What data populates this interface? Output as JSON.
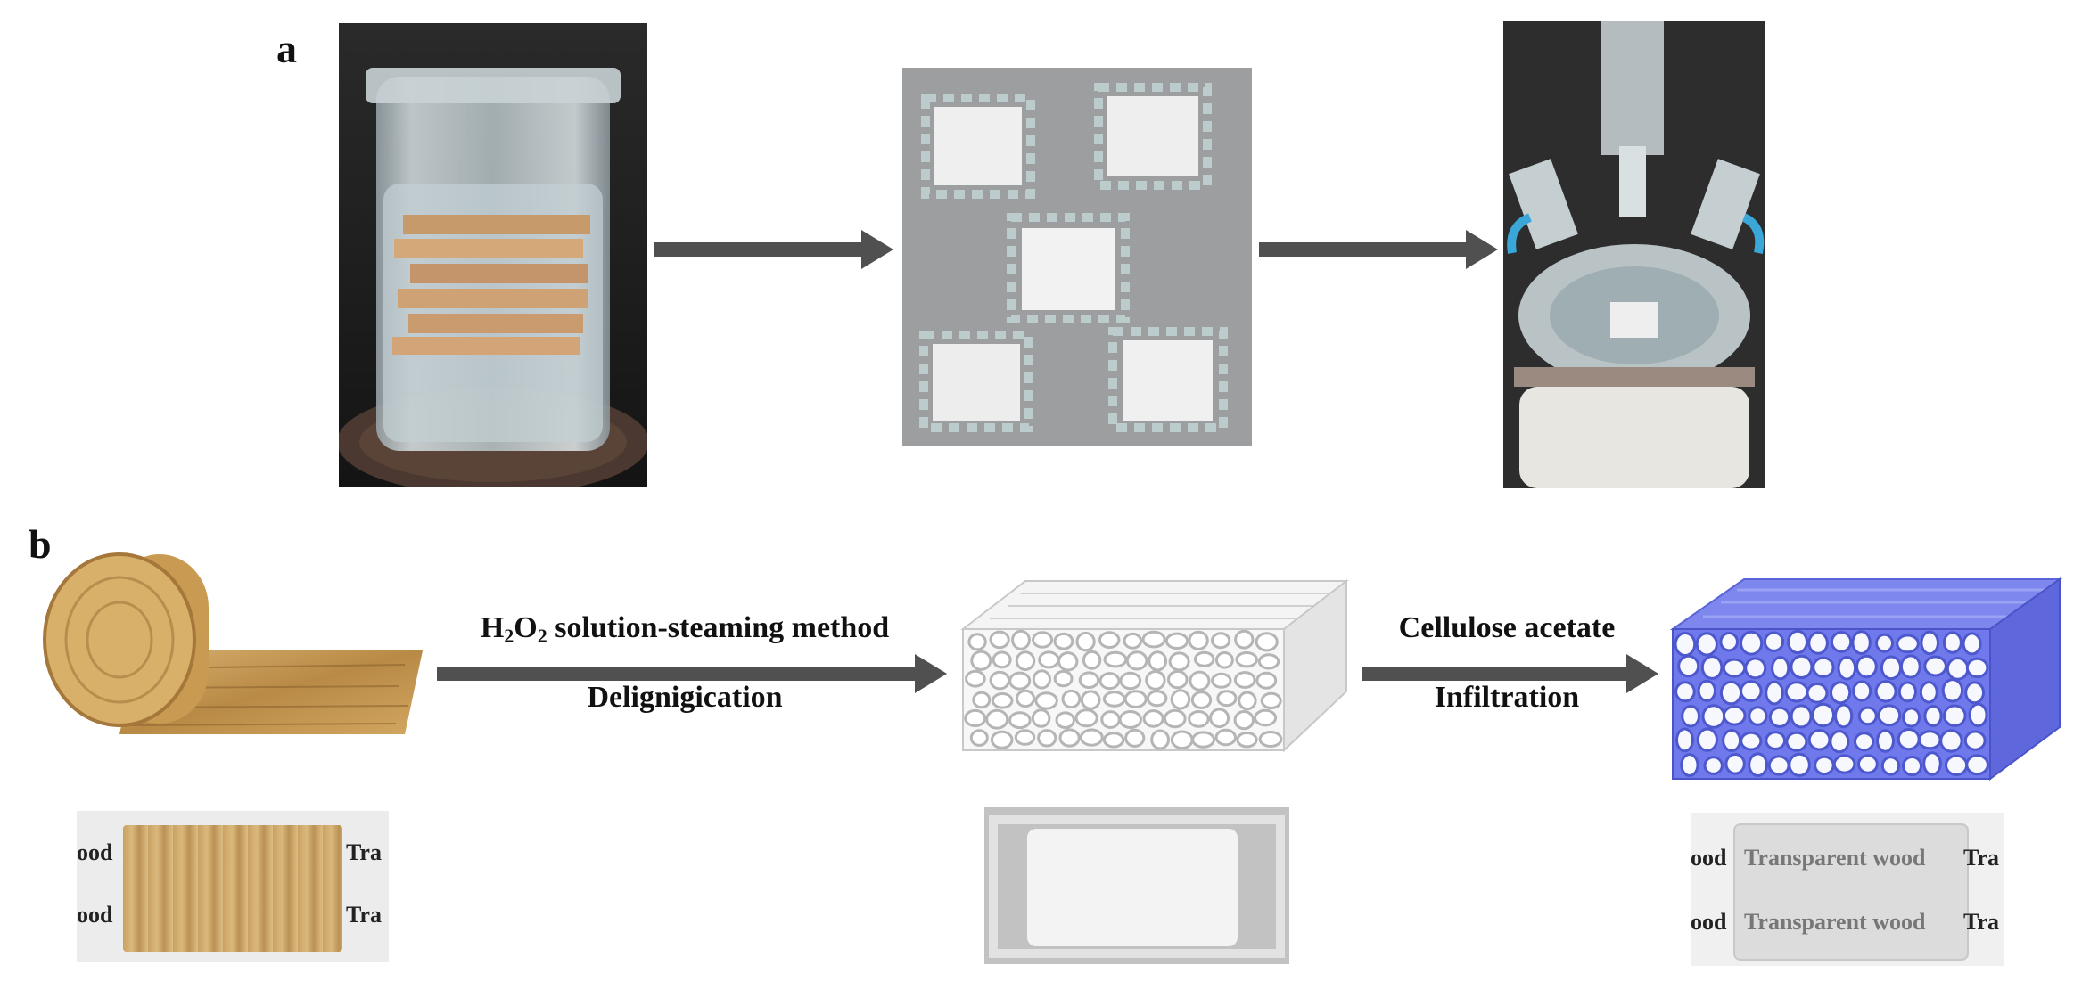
{
  "panels": {
    "a": {
      "label": "a"
    },
    "b": {
      "label": "b"
    }
  },
  "steps": {
    "step1": {
      "line1_h": "H",
      "line1_sub1": "2",
      "line1_o": "O",
      "line1_sub2": "2",
      "line1_rest": " solution-steaming method",
      "line2": "Delignigication"
    },
    "step2": {
      "line1": "Cellulose acetate",
      "line2": "Infiltration"
    }
  },
  "samples": {
    "natural": {
      "left": "ood",
      "right": "Tra"
    },
    "transparent": {
      "left": "ood",
      "center": "Transparent wood",
      "right": "Tra"
    }
  },
  "colors": {
    "arrow": "#505050",
    "wood": "#c9a25e",
    "resin_blue": "#6f79ec",
    "delignified_white": "#f2f2f2"
  }
}
